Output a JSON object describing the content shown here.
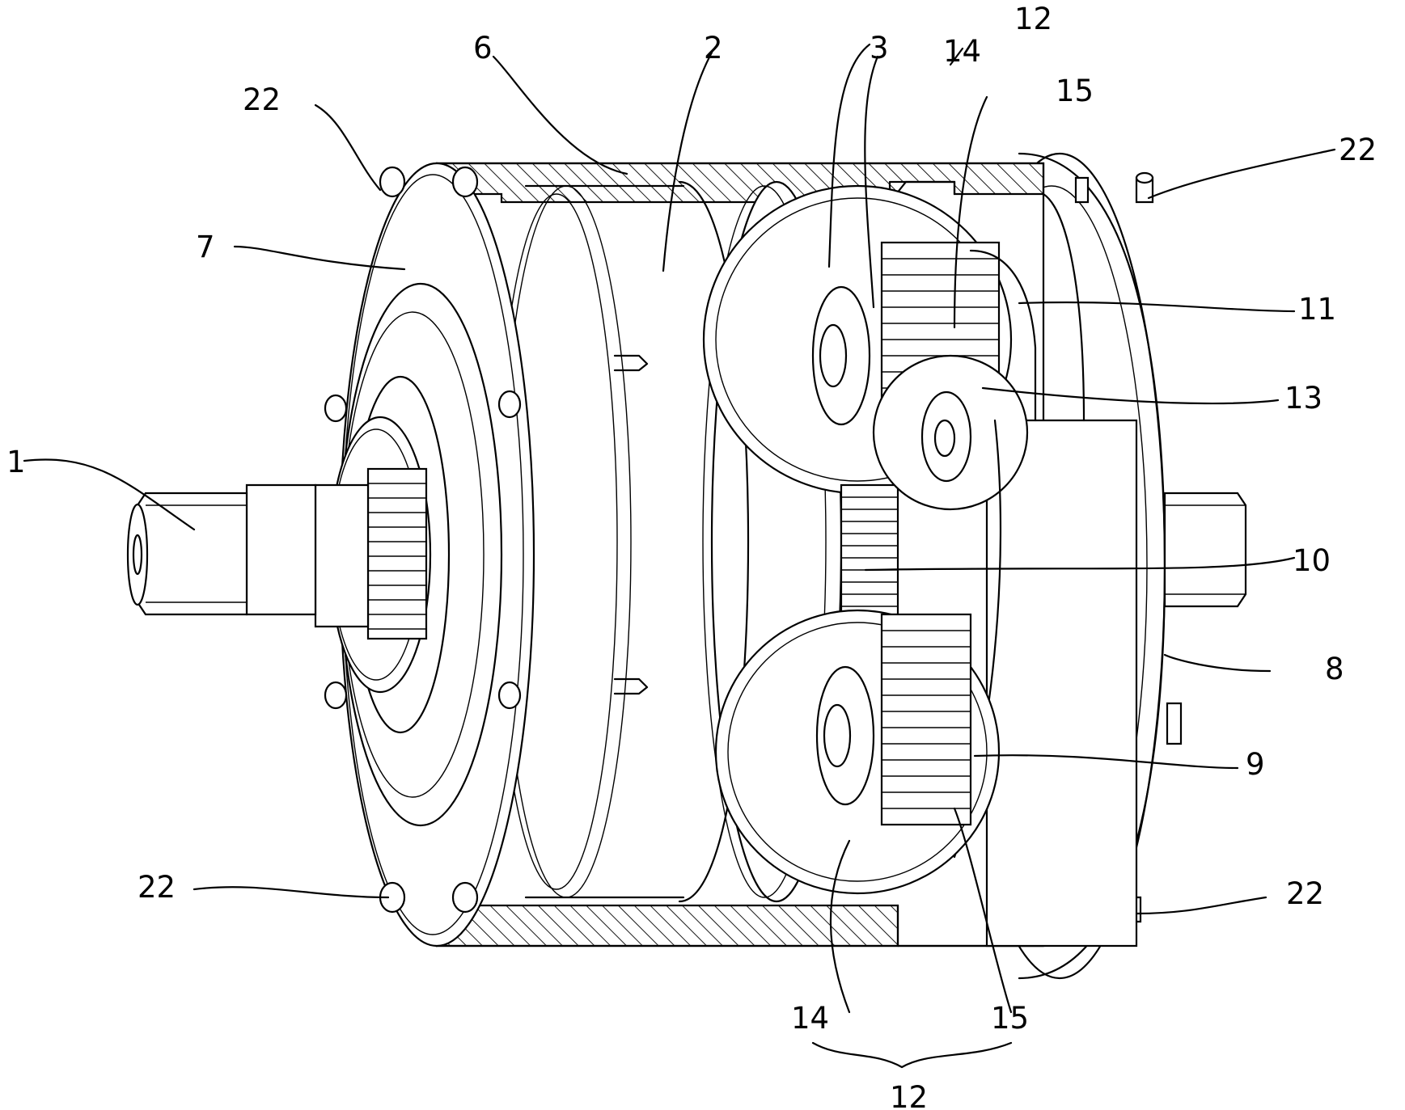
{
  "labels": {
    "l1": "1",
    "l2": "2",
    "l3": "3",
    "l6": "6",
    "l7": "7",
    "l8": "8",
    "l9": "9",
    "l10": "10",
    "l11": "11",
    "l12_top": "12",
    "l12_bottom": "12",
    "l13": "13",
    "l14_top": "14",
    "l14_bottom": "14",
    "l15_top": "15",
    "l15_bottom": "15",
    "l22_top_left": "22",
    "l22_top_right": "22",
    "l22_bottom_left": "22",
    "l22_bottom_right": "22"
  }
}
